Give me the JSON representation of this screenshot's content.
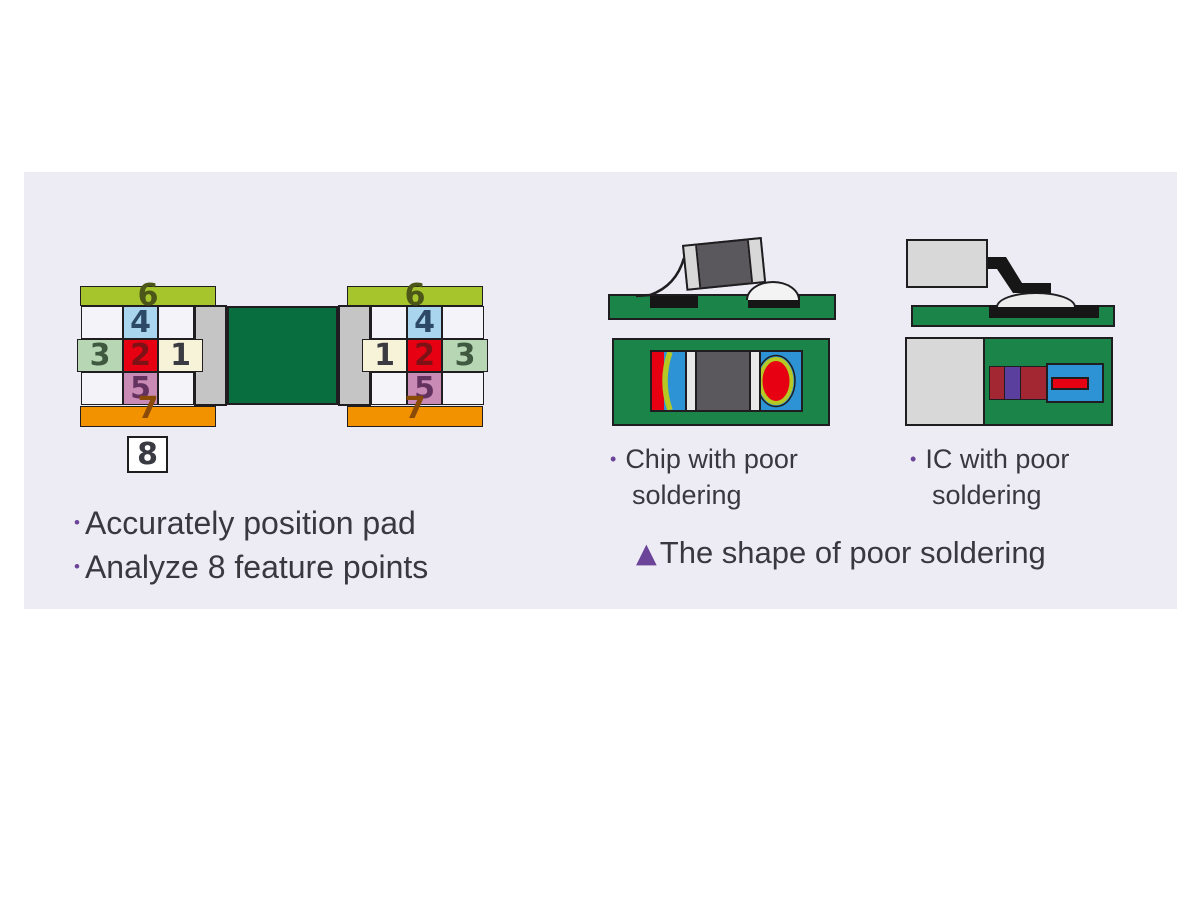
{
  "palette": {
    "page_bg": "#ffffff",
    "panel_bg": "#edecf5",
    "text_color": "#3a383f",
    "accent_purple": "#6b4398",
    "outline_dark": "#1f1d1f",
    "pad_bar_top": "#a6c52c",
    "pad_bar_bottom": "#f29200",
    "cell_blank": "#f4f3fa",
    "cell_blue": "#a9d6ee",
    "cell_green": "#b7d7b4",
    "cell_red": "#e60012",
    "cell_cream": "#f7f3d9",
    "cell_pink": "#c98ab5",
    "terminal_gray": "#c5c5c5",
    "component_green": "#086e3f",
    "pcb_green": "#1a8449",
    "chip_body_gray": "#5a585c",
    "chip_cap_gray": "#d8d8d8",
    "solder_light": "#f3f3f3",
    "pad_black": "#161616",
    "xray_blue": "#2e93d5",
    "xray_red": "#e60012",
    "xray_ring_green": "#b5c823",
    "xray_dark_red": "#a32732",
    "xray_purple": "#5b3f9e",
    "digit1": "#3a3a42",
    "digit2": "#7c1216",
    "digit3": "#3f5840",
    "digit4": "#2c4a66",
    "digit5": "#64325e",
    "digit6": "#4c5618",
    "digit7": "#8a4a08",
    "digit8": "#3a3a42"
  },
  "glyphs": {
    "bullet": "•",
    "triangle_marker": "▲"
  },
  "pad_diagram": {
    "feature_points": {
      "p1": "1",
      "p2": "2",
      "p3": "3",
      "p4": "4",
      "p5": "5",
      "p6": "6",
      "p7": "7",
      "p8": "8"
    },
    "notes": [
      {
        "text": "Accurately position pad"
      },
      {
        "text": "Analyze 8 feature points"
      }
    ]
  },
  "defect_figures": {
    "chip": {
      "label_line1": "Chip with poor",
      "label_line2": "soldering"
    },
    "ic": {
      "label_line1": "IC with poor",
      "label_line2": "soldering"
    },
    "caption": "The shape of poor soldering"
  }
}
